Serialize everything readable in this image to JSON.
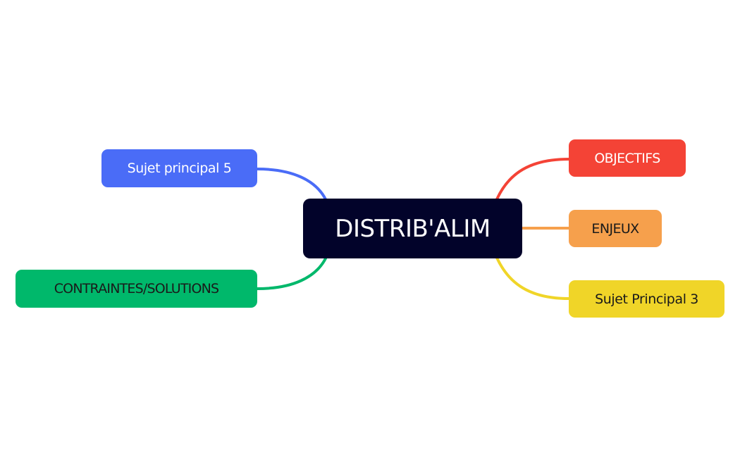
{
  "central_topic": {
    "label": "DISTRIB'ALIM",
    "color": "#02032a",
    "text_color": "#ffffff"
  },
  "branches": [
    {
      "id": "objectifs",
      "label": "OBJECTIFS",
      "color": "#f44336",
      "line_color": "#f44336",
      "text_color": "#ffffff"
    },
    {
      "id": "enjeux",
      "label": "ENJEUX",
      "color": "#f6a04c",
      "line_color": "#f6a04c",
      "text_color": "#1a1a1a"
    },
    {
      "id": "sujet3",
      "label": "Sujet Principal 3",
      "color": "#f0d528",
      "line_color": "#f0d528",
      "text_color": "#1a1a1a"
    },
    {
      "id": "sujet5",
      "label": "Sujet principal 5",
      "color": "#4a6cf7",
      "line_color": "#4a6cf7",
      "text_color": "#ffffff"
    },
    {
      "id": "contraintes",
      "label": "CONTRAINTES/SOLUTIONS",
      "color": "#00b86b",
      "line_color": "#00b86b",
      "text_color": "#1a1a1a"
    }
  ]
}
